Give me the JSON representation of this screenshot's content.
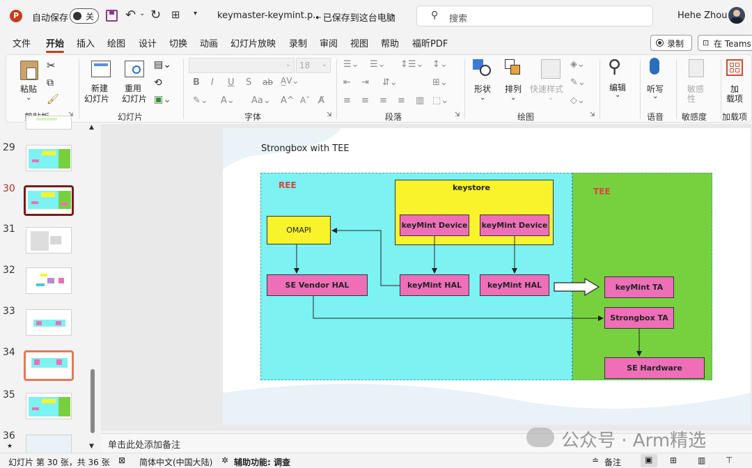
{
  "titlebar": {
    "autosave_label": "自动保存",
    "autosave_state": "关",
    "file_name": "keymaster-keymint.p...",
    "save_status": "• 已保存到这台电脑",
    "search_placeholder": "搜索",
    "user_name": "Hehe Zhou"
  },
  "menu": {
    "items": [
      "文件",
      "开始",
      "插入",
      "绘图",
      "设计",
      "切换",
      "动画",
      "幻灯片放映",
      "录制",
      "审阅",
      "视图",
      "帮助",
      "福昕PDF"
    ],
    "active": "开始",
    "record_button": "录制",
    "teams_button": "在 Teams"
  },
  "ribbon": {
    "paste": "粘贴",
    "new_slide": [
      "新建",
      "幻灯片"
    ],
    "reuse_slide": [
      "重用",
      "幻灯片"
    ],
    "font_size": "18",
    "shape": "形状",
    "arrange": "排列",
    "quick_style": "快速样式",
    "edit": "编辑",
    "dictate": "听写",
    "sensitivity": [
      "敏感",
      "性"
    ],
    "addin": [
      "加",
      "载项"
    ],
    "groups": {
      "clipboard": "剪贴板",
      "slides": "幻灯片",
      "font": "字体",
      "paragraph": "段落",
      "drawing": "绘图",
      "voice": "语音",
      "sensitivity": "敏感度",
      "addins": "加载项"
    }
  },
  "thumbnails": {
    "numbers": [
      "29",
      "30",
      "31",
      "32",
      "33",
      "34",
      "35",
      "36"
    ],
    "selected": "30"
  },
  "slide": {
    "title": "Strongbox with TEE",
    "ree_label": "REE",
    "tee_label": "TEE",
    "keystore": "keystore",
    "keymint_device_1": "keyMint Device",
    "keymint_device_2": "keyMint Device",
    "omapi": "OMAPI",
    "se_vendor_hal": "SE Vendor HAL",
    "keymint_hal_1": "keyMint HAL",
    "keymint_hal_2": "keyMint HAL",
    "keymint_ta": "keyMint TA",
    "strongbox_ta": "Strongbox TA",
    "se_hardware": "SE Hardware",
    "colors": {
      "ree": "#7cf2f2",
      "tee": "#77d13f",
      "pink": "#ee6fb8",
      "yellow": "#f8f32b"
    }
  },
  "notes_placeholder": "单击此处添加备注",
  "watermark": "公众号 · Arm精选",
  "status": {
    "slide_info": "幻灯片 第 30 张，共 36 张",
    "language": "简体中文(中国大陆)",
    "accessibility": "辅助功能: 调查",
    "notes_button": "备注"
  }
}
